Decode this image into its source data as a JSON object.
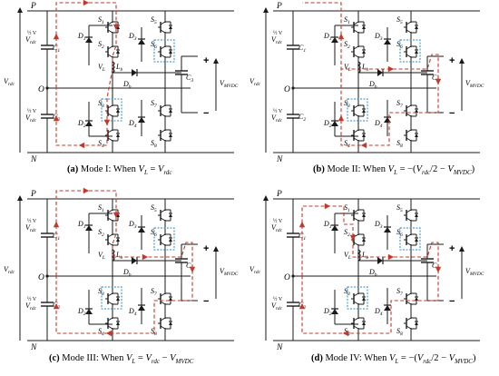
{
  "colors": {
    "wire": "#1a1a1a",
    "current_path": "#c0392b",
    "switch_box": "#2f86c8",
    "background": "#ffffff"
  },
  "panels": [
    {
      "id": "a",
      "rail_top": "P",
      "rail_bottom": "N",
      "midpoint": "O",
      "dc_link_voltage": "V",
      "dc_link_voltage_sub": "rdc",
      "half_voltage": "½ V",
      "half_voltage_sub": "rdc",
      "capacitors": [
        "C",
        "C",
        "C"
      ],
      "capacitor_subs": [
        "1",
        "2",
        "3"
      ],
      "switches": [
        "S",
        "S",
        "S",
        "S",
        "S",
        "S",
        "S",
        "S"
      ],
      "switch_subs": [
        "1",
        "2",
        "3",
        "4",
        "5",
        "6",
        "7",
        "8"
      ],
      "diodes": [
        "D",
        "D",
        "D",
        "D",
        "D"
      ],
      "diode_subs": [
        "1",
        "2",
        "3",
        "4",
        "b"
      ],
      "inductor": "L",
      "inductor_sub": "b",
      "inductor_voltage": "V",
      "inductor_voltage_sub": "L",
      "output_voltage": "V",
      "output_voltage_sub": "MVDC",
      "caption_tag": "(a)",
      "caption_mode": "Mode I: When",
      "caption_formula": "V_L = V_rdc"
    },
    {
      "id": "b",
      "rail_top": "P",
      "rail_bottom": "N",
      "midpoint": "O",
      "dc_link_voltage": "V",
      "dc_link_voltage_sub": "rdc",
      "half_voltage": "½ V",
      "half_voltage_sub": "rdc",
      "capacitors": [
        "C",
        "C",
        "C"
      ],
      "capacitor_subs": [
        "1",
        "2",
        "3"
      ],
      "switches": [
        "S",
        "S",
        "S",
        "S",
        "S",
        "S",
        "S",
        "S"
      ],
      "switch_subs": [
        "1",
        "2",
        "3",
        "4",
        "5",
        "6",
        "7",
        "8"
      ],
      "diodes": [
        "D",
        "D",
        "D",
        "D",
        "D"
      ],
      "diode_subs": [
        "1",
        "2",
        "3",
        "4",
        "b"
      ],
      "inductor": "L",
      "inductor_sub": "b",
      "inductor_voltage": "V",
      "inductor_voltage_sub": "L",
      "output_voltage": "V",
      "output_voltage_sub": "MVDC",
      "caption_tag": "(b)",
      "caption_mode": "Mode II: When",
      "caption_formula": "V_L = −(V_rdc/2 − V_MVDC)"
    },
    {
      "id": "c",
      "rail_top": "P",
      "rail_bottom": "N",
      "midpoint": "O",
      "dc_link_voltage": "V",
      "dc_link_voltage_sub": "rdc",
      "half_voltage": "½ V",
      "half_voltage_sub": "rdc",
      "capacitors": [
        "C",
        "C",
        "C"
      ],
      "capacitor_subs": [
        "1",
        "2",
        "3"
      ],
      "switches": [
        "S",
        "S",
        "S",
        "S",
        "S",
        "S",
        "S",
        "S"
      ],
      "switch_subs": [
        "1",
        "2",
        "3",
        "4",
        "5",
        "6",
        "7",
        "8"
      ],
      "diodes": [
        "D",
        "D",
        "D",
        "D",
        "D"
      ],
      "diode_subs": [
        "1",
        "2",
        "3",
        "4",
        "b"
      ],
      "inductor": "L",
      "inductor_sub": "b",
      "inductor_voltage": "V",
      "inductor_voltage_sub": "L",
      "output_voltage": "V",
      "output_voltage_sub": "MVDC",
      "caption_tag": "(c)",
      "caption_mode": "Mode III: When",
      "caption_formula": "V_L = V_rdc − V_MVDC"
    },
    {
      "id": "d",
      "rail_top": "P",
      "rail_bottom": "N",
      "midpoint": "O",
      "dc_link_voltage": "V",
      "dc_link_voltage_sub": "rdc",
      "half_voltage": "½ V",
      "half_voltage_sub": "rdc",
      "capacitors": [
        "C",
        "C",
        "C"
      ],
      "capacitor_subs": [
        "1",
        "2",
        "3"
      ],
      "switches": [
        "S",
        "S",
        "S",
        "S",
        "S",
        "S",
        "S",
        "S"
      ],
      "switch_subs": [
        "1",
        "2",
        "3",
        "4",
        "5",
        "6",
        "7",
        "8"
      ],
      "diodes": [
        "D",
        "D",
        "D",
        "D",
        "D"
      ],
      "diode_subs": [
        "1",
        "2",
        "3",
        "4",
        "b"
      ],
      "inductor": "L",
      "inductor_sub": "b",
      "inductor_voltage": "V",
      "inductor_voltage_sub": "L",
      "output_voltage": "V",
      "output_voltage_sub": "MVDC",
      "caption_tag": "(d)",
      "caption_mode": "Mode IV: When",
      "caption_formula": "V_L = −(V_rdc/2 − V_MVDC)"
    }
  ]
}
